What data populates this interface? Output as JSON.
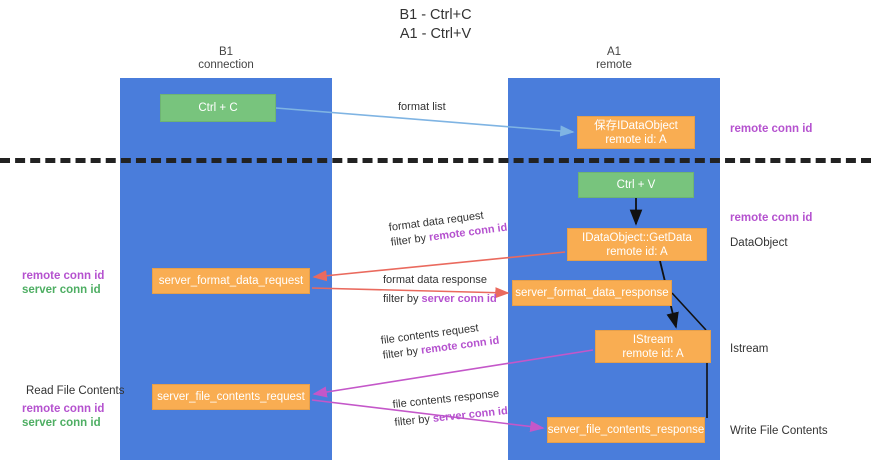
{
  "title": {
    "line1": "B1 - Ctrl+C",
    "line2": "A1 - Ctrl+V"
  },
  "lanes": [
    {
      "name": "b1",
      "line1": "B1",
      "line2": "connection",
      "color": "#4a7ddb"
    },
    {
      "name": "a1",
      "line1": "A1",
      "line2": "remote",
      "color": "#4a7ddb"
    }
  ],
  "nodes": {
    "ctrl_c": {
      "line1": "Ctrl + C",
      "line2": "",
      "color": "#78c47d"
    },
    "idataobject": {
      "line1": "保存IDataObject",
      "line2": "remote id: A",
      "color": "#f9ad52"
    },
    "ctrl_v": {
      "line1": "Ctrl + V",
      "line2": "",
      "color": "#78c47d"
    },
    "getdata": {
      "line1": "IDataObject::GetData",
      "line2": "remote id: A",
      "color": "#f9ad52"
    },
    "server_format_data_request": {
      "line1": "server_format_data_request",
      "line2": "",
      "color": "#f9ad52"
    },
    "server_format_data_response": {
      "line1": "server_format_data_response",
      "line2": "",
      "color": "#f9ad52"
    },
    "istream": {
      "line1": "IStream",
      "line2": "remote id: A",
      "color": "#f9ad52"
    },
    "server_file_contents_request": {
      "line1": "server_file_contents_request",
      "line2": "",
      "color": "#f9ad52"
    },
    "server_file_contents_response": {
      "line1": "server_file_contents_response",
      "line2": "",
      "color": "#f9ad52"
    }
  },
  "edge_labels": {
    "format_list": "format list",
    "format_data_request": {
      "line1": "format data request",
      "prefix": "filter by ",
      "key": "remote conn id"
    },
    "format_data_response": {
      "line1": "format data response",
      "prefix": "filter by ",
      "key": "server conn id"
    },
    "file_contents_request": {
      "line1": "file contents request",
      "prefix": "filter by ",
      "key": "remote conn id"
    },
    "file_contents_response": {
      "line1": "file contents response",
      "prefix": "filter by ",
      "key": "server conn id"
    }
  },
  "annotations": {
    "remote_conn_id_top": "remote conn id",
    "remote_conn_id_mid": "remote conn id",
    "dataobject": "DataObject",
    "istream": "Istream",
    "write_file_contents": "Write File Contents",
    "read_file_contents": "Read File Contents",
    "left_remote_conn_id": "remote conn id",
    "left_server_conn_id": "server conn id"
  },
  "colors": {
    "lane": "#4a7ddb",
    "green_node": "#78c47d",
    "orange_node": "#f9ad52",
    "purple_key": "#b552cf",
    "green_key": "#4eae63",
    "arrow_blue": "#7fb4e3",
    "arrow_red": "#ea6a5e",
    "arrow_magenta": "#c457c9",
    "arrow_black": "#111111",
    "divider": "#222222"
  }
}
